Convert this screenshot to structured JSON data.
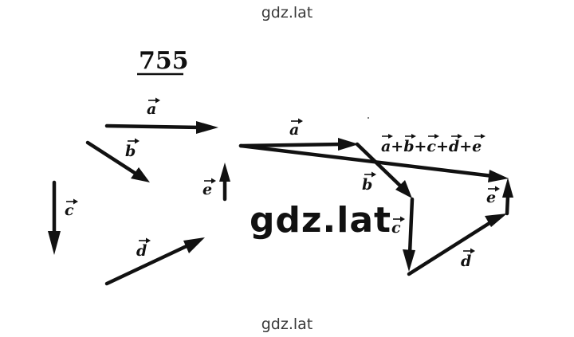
{
  "watermark": {
    "top": "gdz.lat",
    "center": "gdz.lat",
    "bottom": "gdz.lat"
  },
  "problem_number": "755",
  "labels": {
    "a": "a",
    "b": "b",
    "c": "c",
    "d": "d",
    "e": "e",
    "sum": "a+b+c+d+e"
  },
  "colors": {
    "ink": "#111111",
    "watermark": "#3a3a3a",
    "background": "#ffffff"
  }
}
